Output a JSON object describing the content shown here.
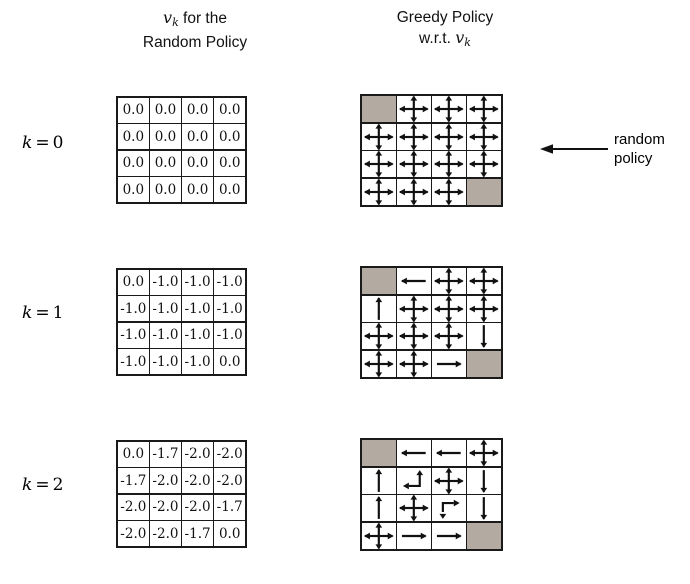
{
  "headers": {
    "values_line1_math": "v",
    "values_line1_sub": "k",
    "values_line1_rest": " for the",
    "values_line2": "Random Policy",
    "policy_line1": "Greedy Policy",
    "policy_line2_prefix": "w.r.t. ",
    "policy_line2_math": "v",
    "policy_line2_sub": "k"
  },
  "annotation": {
    "line1": "random",
    "line2": "policy",
    "arrow_icon": "left-arrow-icon"
  },
  "colors": {
    "terminal_cell": "#b3aaa1",
    "grid_line": "#1a1a1a",
    "cell_background": "#ffffff",
    "text": "#111111"
  },
  "rows": [
    {
      "k_label_var": "k",
      "k_label_eq": "=",
      "k_label_value": "0",
      "values": [
        [
          "0.0",
          "0.0",
          "0.0",
          "0.0"
        ],
        [
          "0.0",
          "0.0",
          "0.0",
          "0.0"
        ],
        [
          "0.0",
          "0.0",
          "0.0",
          "0.0"
        ],
        [
          "0.0",
          "0.0",
          "0.0",
          "0.0"
        ]
      ],
      "policy": [
        [
          "terminal",
          "udlr",
          "udlr",
          "udlr"
        ],
        [
          "udlr",
          "udlr",
          "udlr",
          "udlr"
        ],
        [
          "udlr",
          "udlr",
          "udlr",
          "udlr"
        ],
        [
          "udlr",
          "udlr",
          "udlr",
          "terminal"
        ]
      ]
    },
    {
      "k_label_var": "k",
      "k_label_eq": "=",
      "k_label_value": "1",
      "values": [
        [
          "0.0",
          "-1.0",
          "-1.0",
          "-1.0"
        ],
        [
          "-1.0",
          "-1.0",
          "-1.0",
          "-1.0"
        ],
        [
          "-1.0",
          "-1.0",
          "-1.0",
          "-1.0"
        ],
        [
          "-1.0",
          "-1.0",
          "-1.0",
          "0.0"
        ]
      ],
      "policy": [
        [
          "terminal",
          "l",
          "udlr",
          "udlr"
        ],
        [
          "u",
          "udlr",
          "udlr",
          "udlr"
        ],
        [
          "udlr",
          "udlr",
          "udlr",
          "d"
        ],
        [
          "udlr",
          "udlr",
          "r",
          "terminal"
        ]
      ]
    },
    {
      "k_label_var": "k",
      "k_label_eq": "=",
      "k_label_value": "2",
      "values": [
        [
          "0.0",
          "-1.7",
          "-2.0",
          "-2.0"
        ],
        [
          "-1.7",
          "-2.0",
          "-2.0",
          "-2.0"
        ],
        [
          "-2.0",
          "-2.0",
          "-2.0",
          "-1.7"
        ],
        [
          "-2.0",
          "-2.0",
          "-1.7",
          "0.0"
        ]
      ],
      "policy": [
        [
          "terminal",
          "l",
          "l",
          "udlr"
        ],
        [
          "u",
          "ul",
          "udlr",
          "d"
        ],
        [
          "u",
          "udlr",
          "dr",
          "d"
        ],
        [
          "udlr",
          "r",
          "r",
          "terminal"
        ]
      ]
    }
  ],
  "arrow_legend": {
    "udlr": "four-way-arrow-icon",
    "u": "up-arrow-icon",
    "d": "down-arrow-icon",
    "l": "left-arrow-icon",
    "r": "right-arrow-icon",
    "ul": "up-left-arrow-icon",
    "dr": "down-right-arrow-icon",
    "terminal": "terminal-state-cell"
  }
}
